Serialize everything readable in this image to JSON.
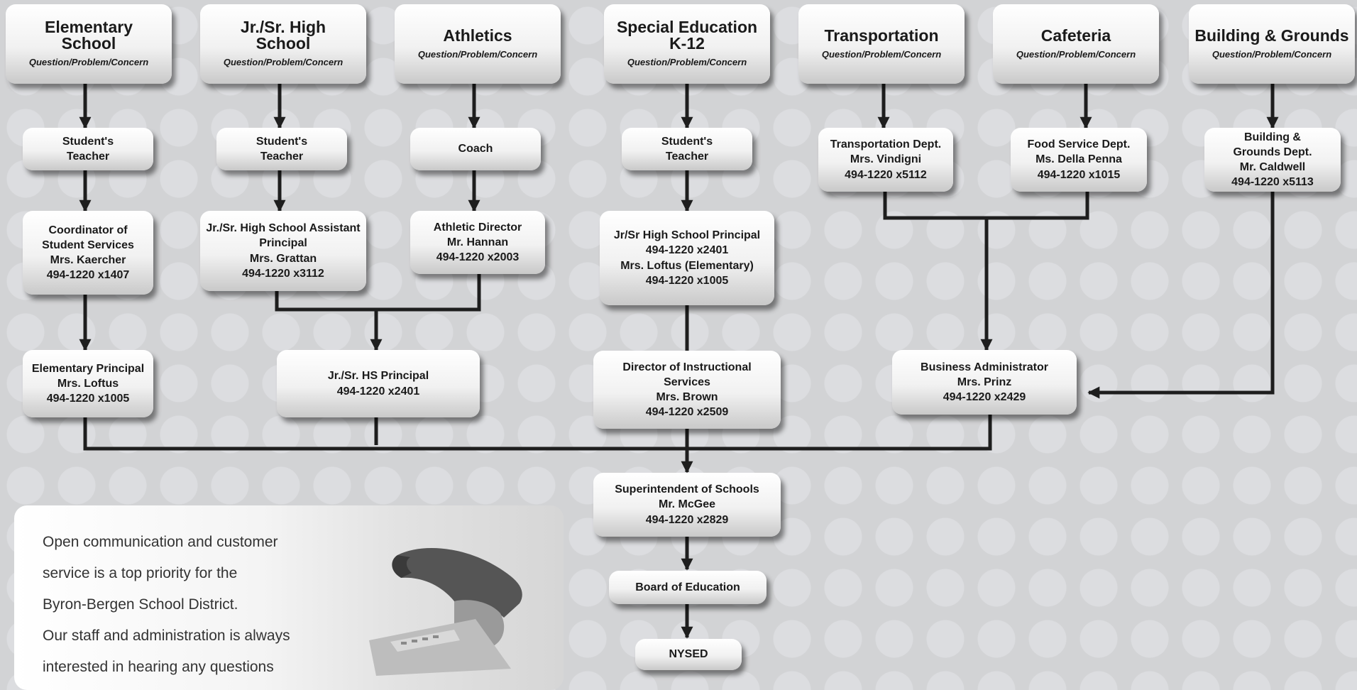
{
  "headers": {
    "elementary": {
      "title": [
        "Elementary",
        "School"
      ],
      "sub": "Question/Problem/Concern"
    },
    "jrsr": {
      "title": [
        "Jr./Sr. High",
        "School"
      ],
      "sub": "Question/Problem/Concern"
    },
    "athletics": {
      "title": [
        "Athletics"
      ],
      "sub": "Question/Problem/Concern"
    },
    "sped": {
      "title": [
        "Special Education",
        "K-12"
      ],
      "sub": "Question/Problem/Concern"
    },
    "transportation": {
      "title": [
        "Transportation"
      ],
      "sub": "Question/Problem/Concern"
    },
    "cafeteria": {
      "title": [
        "Cafeteria"
      ],
      "sub": "Question/Problem/Concern"
    },
    "grounds": {
      "title": [
        "Building & Grounds"
      ],
      "sub": "Question/Problem/Concern"
    }
  },
  "boxes": {
    "elem_teacher": [
      "Student's",
      "Teacher"
    ],
    "jrsr_teacher": [
      "Student's",
      "Teacher"
    ],
    "coach": [
      "Coach"
    ],
    "sped_teacher": [
      "Student's",
      "Teacher"
    ],
    "transport_dept": [
      "Transportation Dept.",
      "Mrs. Vindigni",
      "494-1220 x5112"
    ],
    "food_dept": [
      "Food Service Dept.",
      "Ms. Della Penna",
      "494-1220 x1015"
    ],
    "grounds_dept": [
      "Building &",
      "Grounds Dept.",
      "Mr. Caldwell",
      "494-1220 x5113"
    ],
    "coordinator": [
      "Coordinator of",
      "Student Services",
      "Mrs. Kaercher",
      "494-1220 x1407"
    ],
    "asst_principal": [
      "Jr./Sr. High School Assistant",
      "Principal",
      "Mrs. Grattan",
      "494-1220 x3112"
    ],
    "athletic_director": [
      "Athletic Director",
      "Mr. Hannan",
      "494-1220 x2003"
    ],
    "sped_principal": [
      "Jr/Sr High School Principal",
      "494-1220 x2401",
      "Mrs. Loftus (Elementary)",
      "494-1220 x1005"
    ],
    "elem_principal": [
      "Elementary Principal",
      "Mrs. Loftus",
      "494-1220 x1005"
    ],
    "hs_principal": [
      "Jr./Sr. HS Principal",
      "494-1220 x2401"
    ],
    "director_instr": [
      "Director of Instructional",
      "Services",
      "Mrs. Brown",
      "494-1220 x2509"
    ],
    "business_admin": [
      "Business Administrator",
      "Mrs. Prinz",
      "494-1220 x2429"
    ],
    "superintendent": [
      "Superintendent of Schools",
      "Mr. McGee",
      "494-1220 x2829"
    ],
    "board": [
      "Board of Education"
    ],
    "nysed": [
      "NYSED"
    ]
  },
  "info": {
    "paragraph": [
      "Open communication and customer",
      "service is a top priority for the",
      "Byron-Bergen School District.",
      "Our staff and administration is always",
      "interested in hearing any questions"
    ],
    "image": "telephone-handset-icon"
  },
  "colors": {
    "line": "#1e1e1e",
    "background": "#d2d3d5"
  }
}
